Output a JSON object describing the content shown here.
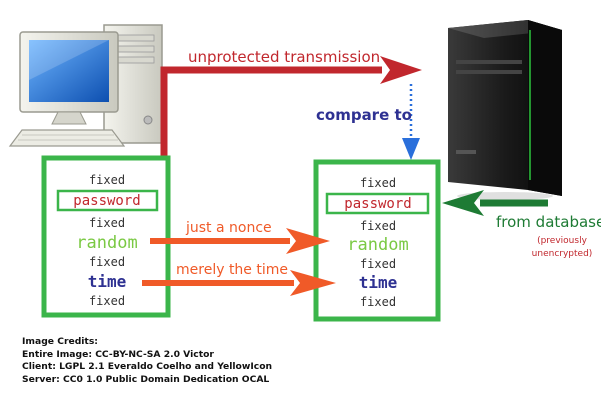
{
  "labels": {
    "unprotected": "unprotected transmission",
    "compare_to": "compare to",
    "just_nonce": "just a nonce",
    "merely_time": "merely the time",
    "from_database": "from database",
    "previously_1": "(previously",
    "previously_2": "unencrypted)"
  },
  "client_block": {
    "fixed": "fixed",
    "password": "password",
    "random": "random",
    "time": "time"
  },
  "server_block": {
    "fixed": "fixed",
    "password": "password",
    "random": "random",
    "time": "time"
  },
  "credits": [
    "Image Credits:",
    "Entire Image: CC-BY-NC-SA 2.0 Victor",
    "Client: LGPL 2.1 Everaldo Coelho and YellowIcon",
    "Server: CC0 1.0 Public Domain Dedication OCAL"
  ],
  "colors": {
    "green": "#3bb54a",
    "red": "#c1272d",
    "orange": "#f05a28",
    "blue": "#2a6fdb",
    "navy": "#2e3192",
    "dark_green": "#1e7b34",
    "random_green": "#7ac943"
  }
}
